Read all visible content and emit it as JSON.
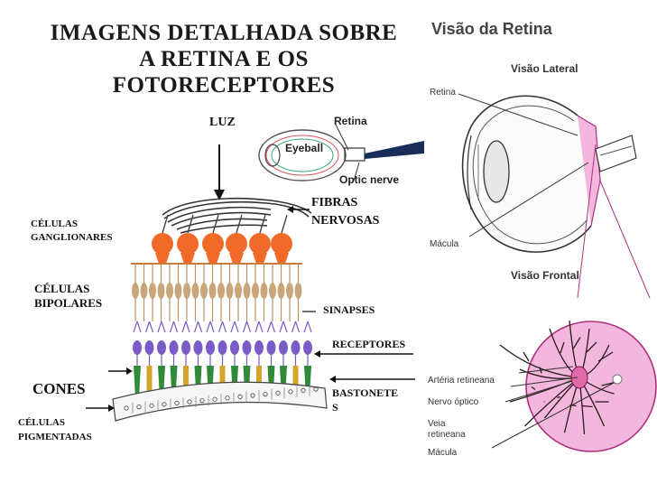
{
  "title": {
    "line1": "IMAGENS DETALHADA SOBRE",
    "line2": "A RETINA E OS",
    "line3": "FOTORECEPTORES"
  },
  "left_labels": {
    "luz": "LUZ",
    "fibras_1": "FIBRAS",
    "fibras_2": "NERVOSAS",
    "celulas_gang_1": "CÉLULAS",
    "celulas_gang_2": "GANGLIONARES",
    "celulas_bip_1": "CÉLULAS",
    "celulas_bip_2": "BIPOLARES",
    "sinapses": "SINAPSES",
    "receptores": "RECEPTORES",
    "cones": "CONES",
    "bastonetes_1": "BASTONETE",
    "bastonetes_2": "S",
    "celulas_pig_1": "CÉLULAS",
    "celulas_pig_2": "PIGMENTADAS"
  },
  "inset_labels": {
    "retina": "Retina",
    "eyeball": "Eyeball",
    "optic_nerve": "Optic nerve"
  },
  "right_panel": {
    "heading": "Visão da Retina",
    "lateral": "Visão Lateral",
    "retina": "Retina",
    "macula_top": "Mácula",
    "frontal": "Visão Frontal",
    "arteria": "Artéria retineana",
    "nervo": "Nervo óptico",
    "veia_1": "Veia",
    "veia_2": "retineana",
    "macula_bottom": "Mácula"
  },
  "colors": {
    "ganglion": "#f06a2a",
    "bipolar": "#c9a67a",
    "receptor_body": "#7a5cc8",
    "cone": "#2f8a3a",
    "rod": "#d4a52a",
    "retina_pink": "#f3b6dc",
    "vessels": "#2a1a1a"
  }
}
